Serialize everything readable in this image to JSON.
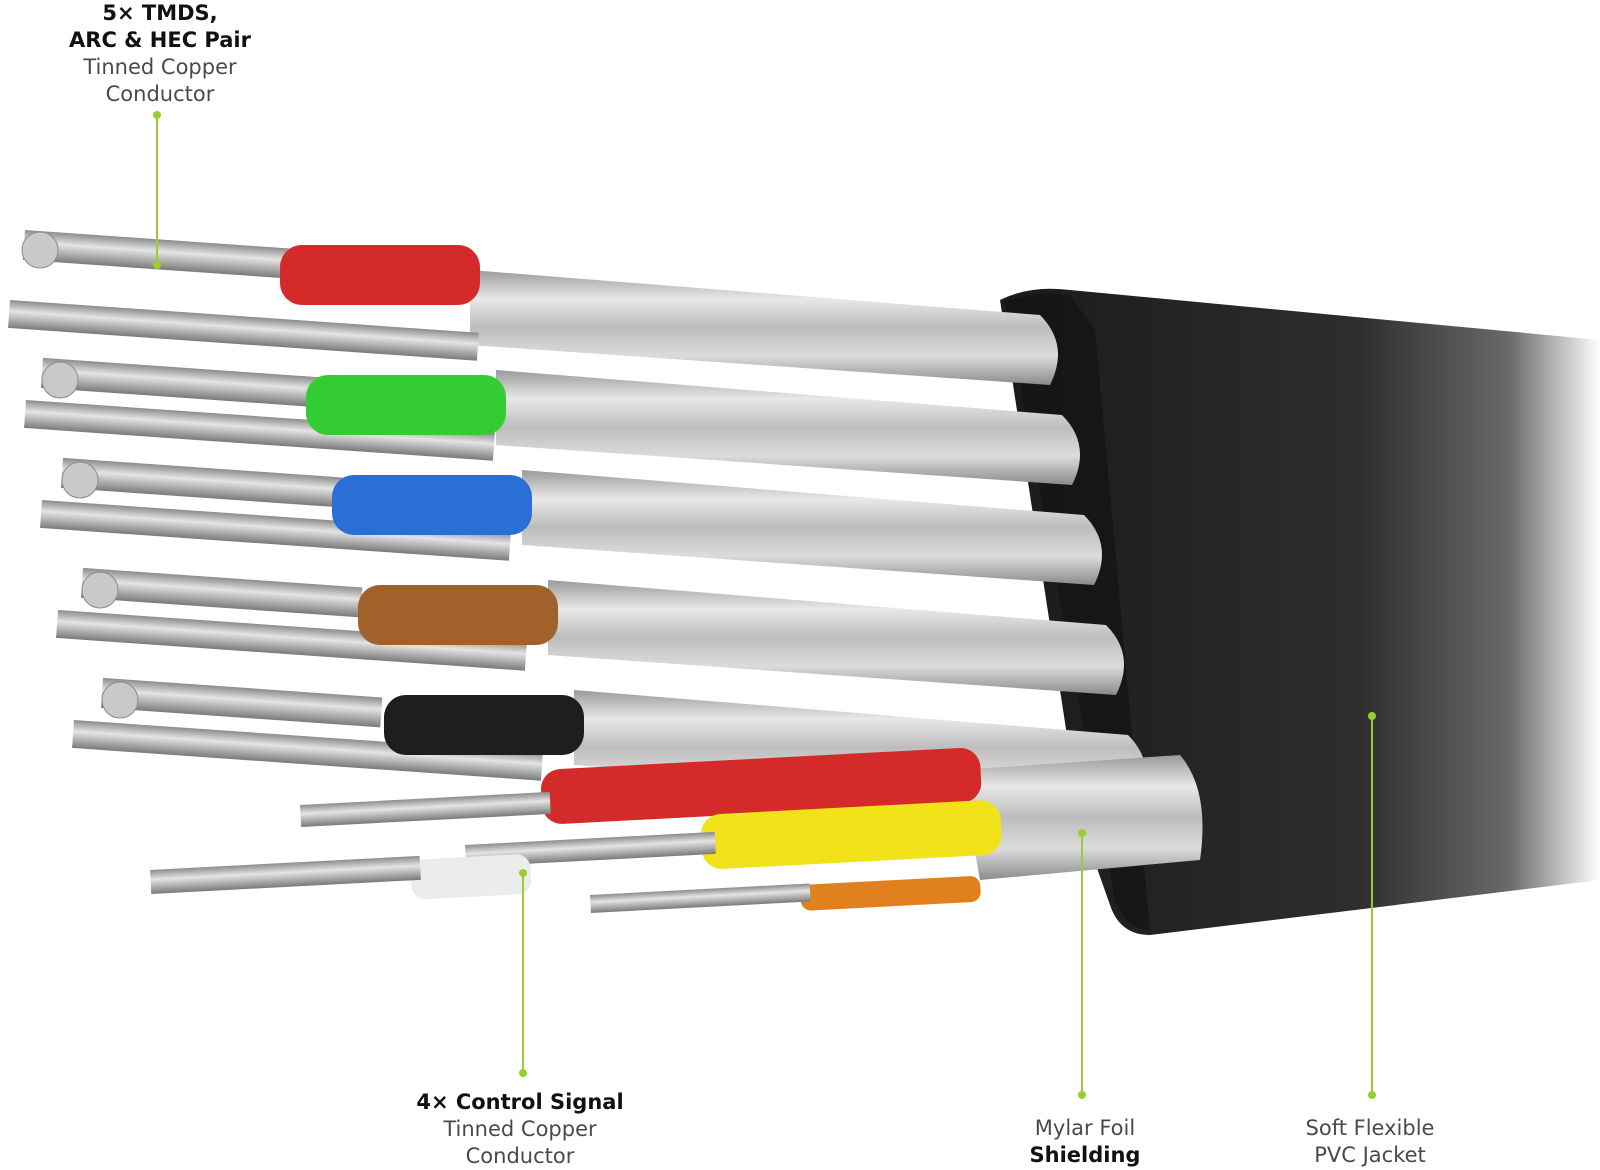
{
  "callouts": {
    "tmds": {
      "title_line1": "5× TMDS,",
      "title_line2": "ARC & HEC Pair",
      "sub_line1": "Tinned Copper",
      "sub_line2": "Conductor"
    },
    "control": {
      "title": "4× Control Signal",
      "sub_line1": "Tinned Copper",
      "sub_line2": "Conductor"
    },
    "mylar": {
      "line1": "Mylar Foil",
      "line2": "Shielding"
    },
    "jacket": {
      "line1": "Soft Flexible",
      "line2": "PVC Jacket"
    }
  },
  "colors": {
    "callout_line": "#9acd32",
    "jacket": "#2a2a2a",
    "foil": "#c4c4c4",
    "copper": "#a9a9a9",
    "insulation_red": "#d42a2a",
    "insulation_green": "#33cc33",
    "insulation_blue": "#2a6fd6",
    "insulation_brown": "#a0612a",
    "insulation_black": "#1e1e1e",
    "insulation_yellow": "#f2e21a",
    "insulation_orange": "#e0801e",
    "insulation_white": "#ececec"
  }
}
